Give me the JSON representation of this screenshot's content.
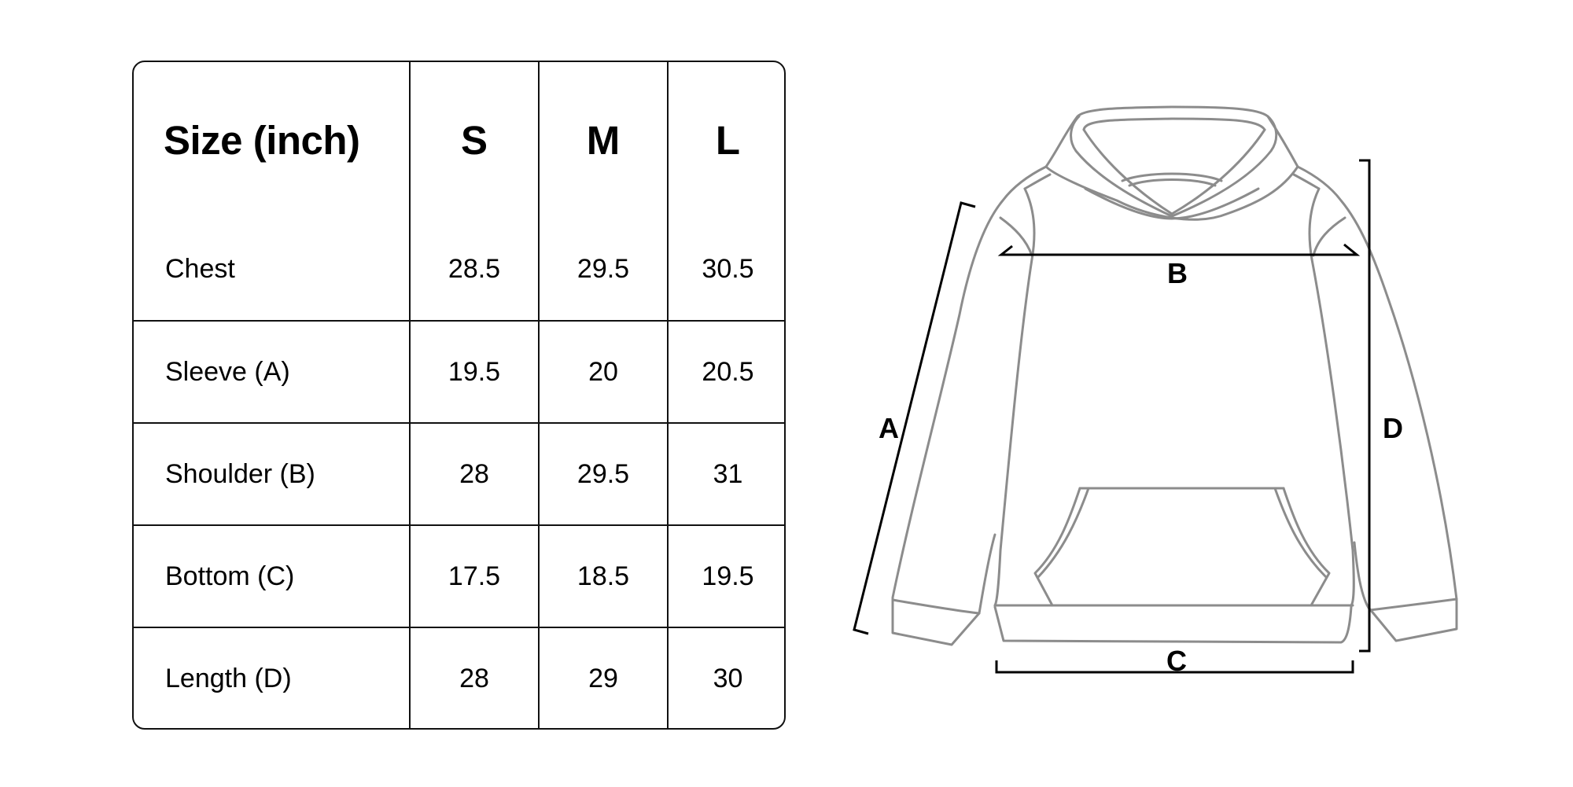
{
  "size_chart": {
    "header": {
      "label": "Size (inch)",
      "sizes": [
        "S",
        "M",
        "L"
      ]
    },
    "rows": [
      {
        "label": "Chest",
        "values": [
          "28.5",
          "29.5",
          "30.5"
        ]
      },
      {
        "label": "Sleeve (A)",
        "values": [
          "19.5",
          "20",
          "20.5"
        ]
      },
      {
        "label": "Shoulder (B)",
        "values": [
          "28",
          "29.5",
          "31"
        ]
      },
      {
        "label": "Bottom (C)",
        "values": [
          "17.5",
          "18.5",
          "19.5"
        ]
      },
      {
        "label": "Length (D)",
        "values": [
          "28",
          "29",
          "30"
        ]
      }
    ]
  },
  "diagram": {
    "subject": "hoodie-outline",
    "labels": {
      "a": "A",
      "b": "B",
      "c": "C",
      "d": "D"
    },
    "colors": {
      "garment_stroke": "#8c8c8c",
      "measure_stroke": "#000000"
    }
  }
}
